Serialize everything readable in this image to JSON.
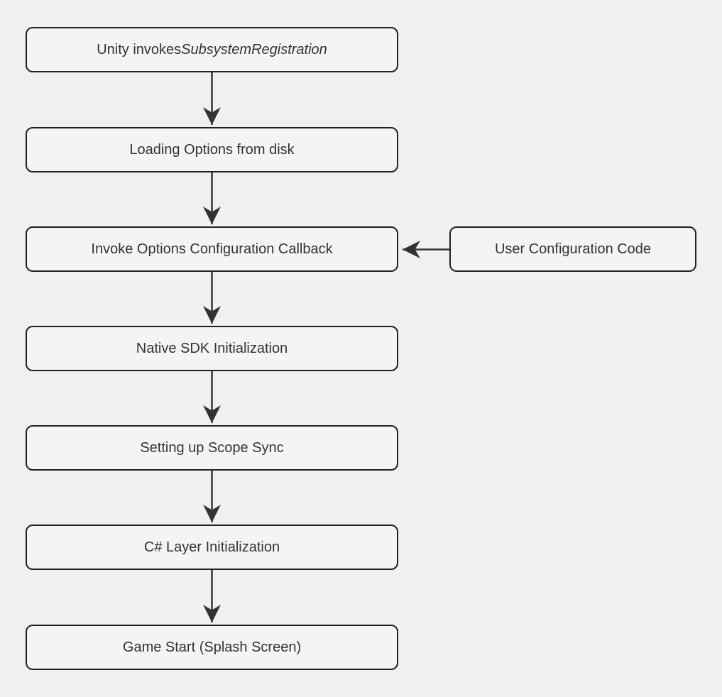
{
  "diagram": {
    "type": "flowchart",
    "direction": "top-down",
    "colors": {
      "background": "#f0f0ee",
      "node_fill": "#f4f4f4",
      "node_border": "#212121",
      "arrow": "#333333",
      "text": "#333333"
    }
  },
  "nodes": [
    {
      "id": "unity-invokes-subsystem-registration",
      "text": "Unity invokes ",
      "italic": "SubsystemRegistration"
    },
    {
      "id": "loading-options-from-disk",
      "text": "Loading Options from disk"
    },
    {
      "id": "invoke-options-configuration-callback",
      "text": "Invoke Options Configuration Callback"
    },
    {
      "id": "user-configuration-code",
      "text": "User Configuration Code"
    },
    {
      "id": "native-sdk-initialization",
      "text": "Native SDK Initialization"
    },
    {
      "id": "setting-up-scope-sync",
      "text": "Setting up Scope Sync"
    },
    {
      "id": "csharp-layer-initialization",
      "text": "C# Layer Initialization"
    },
    {
      "id": "game-start-splash-screen",
      "text": "Game Start (Splash Screen)"
    }
  ],
  "edges": [
    {
      "from": "unity-invokes-subsystem-registration",
      "to": "loading-options-from-disk",
      "direction": "down"
    },
    {
      "from": "loading-options-from-disk",
      "to": "invoke-options-configuration-callback",
      "direction": "down"
    },
    {
      "from": "user-configuration-code",
      "to": "invoke-options-configuration-callback",
      "direction": "left"
    },
    {
      "from": "invoke-options-configuration-callback",
      "to": "native-sdk-initialization",
      "direction": "down"
    },
    {
      "from": "native-sdk-initialization",
      "to": "setting-up-scope-sync",
      "direction": "down"
    },
    {
      "from": "setting-up-scope-sync",
      "to": "csharp-layer-initialization",
      "direction": "down"
    },
    {
      "from": "csharp-layer-initialization",
      "to": "game-start-splash-screen",
      "direction": "down"
    }
  ]
}
